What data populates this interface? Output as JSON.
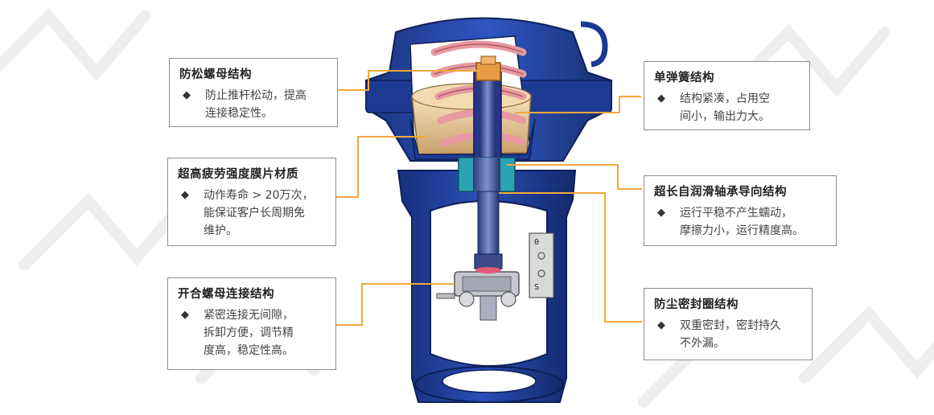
{
  "colors": {
    "body_blue": "#1f3f9a",
    "leader": "#f2a93b",
    "box_border": "#8c8c8c"
  },
  "callouts": [
    {
      "id": "left-1",
      "title": "防松螺母结构",
      "lines": [
        "防止推杆松动，提高",
        "连接稳定性。"
      ]
    },
    {
      "id": "left-2",
      "title": "超高疲劳强度膜片材质",
      "lines": [
        "动作寿命 > 20万次，",
        "能保证客户长周期免",
        "维护。"
      ]
    },
    {
      "id": "left-3",
      "title": "开合螺母连接结构",
      "lines": [
        "紧密连接无间隙，",
        "拆卸方便，调节精",
        "度高，稳定性高。"
      ]
    },
    {
      "id": "right-1",
      "title": "单弹簧结构",
      "lines": [
        "结构紧凑，占用空",
        "间小，输出力大。"
      ]
    },
    {
      "id": "right-2",
      "title": "超长自润滑轴承导向结构",
      "lines": [
        "运行平稳不产生蠕动，",
        "摩擦力小，运行精度高。"
      ]
    },
    {
      "id": "right-3",
      "title": "防尘密封圈结构",
      "lines": [
        "双重密封，密封持久",
        "不外漏。"
      ]
    }
  ],
  "bullet_symbol": "◆",
  "scale_plate": {
    "marks": [
      "0",
      "S"
    ]
  }
}
